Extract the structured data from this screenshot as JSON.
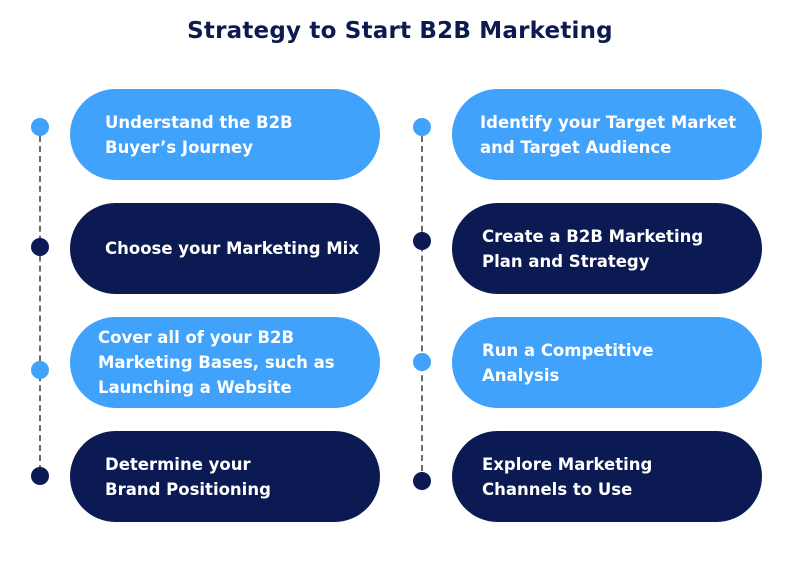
{
  "title": "Strategy to Start B2B Marketing",
  "colors": {
    "title": "#0c1a4f",
    "light_card": "#40a2fb",
    "dark_card": "#0b1a52",
    "timeline_dash": "#6b6b6b"
  },
  "columns": [
    {
      "items": [
        {
          "label": "Understand the B2B\nBuyer’s Journey",
          "style": "light"
        },
        {
          "label": "Choose your Marketing Mix",
          "style": "dark"
        },
        {
          "label": " Cover all of your B2B\nMarketing Bases, such as\nLaunching a Website",
          "style": "light"
        },
        {
          "label": "Determine your\nBrand Positioning",
          "style": "dark"
        }
      ]
    },
    {
      "items": [
        {
          "label": " Identify your Target Market\nand Target Audience",
          "style": "light"
        },
        {
          "label": "Create a B2B Marketing\nPlan and Strategy",
          "style": "dark"
        },
        {
          "label": "Run a Competitive\nAnalysis",
          "style": "light"
        },
        {
          "label": "Explore Marketing\nChannels to Use",
          "style": "dark"
        }
      ]
    }
  ]
}
